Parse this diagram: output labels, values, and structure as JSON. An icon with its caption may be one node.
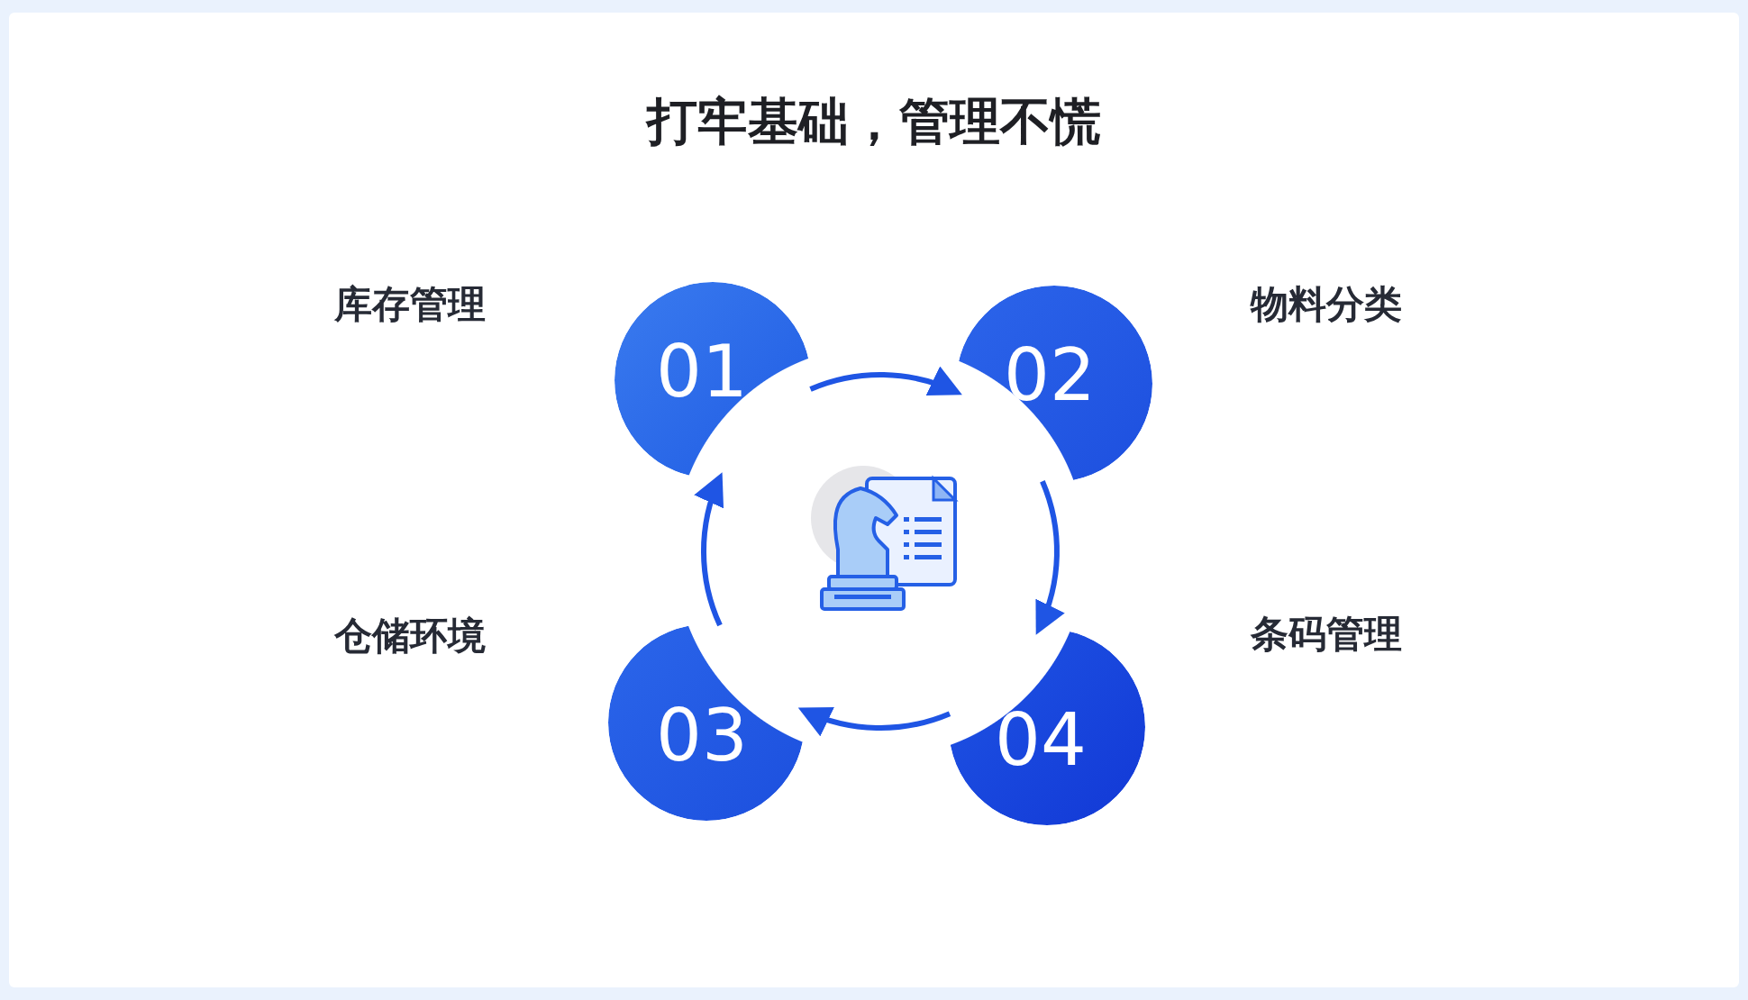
{
  "diagram": {
    "title": "打牢基础，管理不慌",
    "nodes": [
      {
        "text": [
          "01"
        ],
        "beside": [
          "库存管理"
        ]
      },
      {
        "text": [
          "02"
        ],
        "beside": [
          "物料分类"
        ]
      },
      {
        "text": [
          "03"
        ],
        "beside": [
          "仓储环境"
        ]
      },
      {
        "text": [
          "04"
        ],
        "beside": [
          "条码管理"
        ]
      }
    ],
    "edges": [
      {
        "from": 0,
        "to": 1,
        "arrow": "to"
      },
      {
        "from": 1,
        "to": 3,
        "arrow": "to"
      },
      {
        "from": 3,
        "to": 2,
        "arrow": "to"
      },
      {
        "from": 2,
        "to": 0,
        "arrow": "to"
      }
    ]
  }
}
